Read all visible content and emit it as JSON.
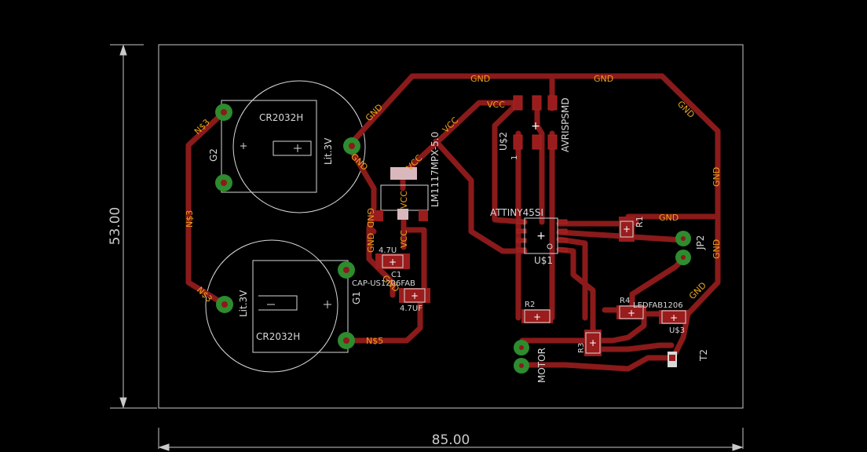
{
  "colors": {
    "background": "#000000",
    "outline": "#c9c9c9",
    "trace": "#8b1a1a",
    "pad": "#2e8b2e",
    "smd": "#9a1c1c",
    "silk": "#d8d8d8",
    "netlabel": "#e8a31c"
  },
  "dimensions": {
    "height": "53.00",
    "width": "85.00"
  },
  "components": {
    "g2_name": "G2",
    "g2_value": "CR2032H",
    "g2_label": "Lit.3V",
    "g1_name": "G1",
    "g1_value": "CR2032H",
    "g1_label": "Lit.3V",
    "vreg_value": "LM1117MPX-5.0",
    "c1_name": "C1",
    "c1_value": "4.7U",
    "c2_name": "CAP-US1206FAB",
    "c2_value": "4.7UF",
    "isp_name": "U$2",
    "isp_value": "AVRISPSMD",
    "isp_pin": "1",
    "mcu_value": "ATTINY45SI",
    "mcu_name": "U$1",
    "r1": "R1",
    "r2": "R2",
    "r3": "R3",
    "r4": "R4",
    "led_value": "LEDFAB1206",
    "led_name": "U$3",
    "jp2": "JP2",
    "motor": "MOTOR",
    "t2": "T2"
  },
  "nets": {
    "gnd": "GND",
    "vcc": "VCC",
    "n3": "N$3",
    "n5": "N$5"
  }
}
